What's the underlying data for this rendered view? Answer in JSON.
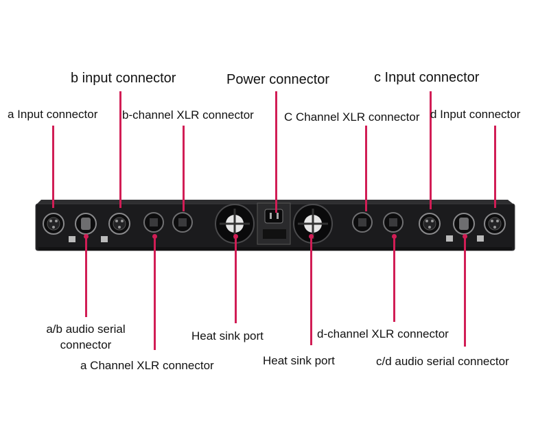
{
  "colors": {
    "leader": "#d11d55",
    "panel": "#1b1b1d",
    "panel_edge": "#3a3a3c"
  },
  "labels": {
    "b_input": "b input connector",
    "power": "Power connector",
    "c_input": "c Input connector",
    "a_input": "a Input connector",
    "b_xlr": "b-channel XLR connector",
    "c_xlr": "C Channel XLR connector",
    "d_input": "d Input connector",
    "ab_serial_1": "a/b audio serial",
    "ab_serial_2": "connector",
    "heat_sink_1": "Heat sink port",
    "d_xlr": "d-channel XLR connector",
    "heat_sink_2": "Heat sink port",
    "a_xlr": "a Channel XLR connector",
    "cd_serial": "c/d audio serial connector"
  }
}
